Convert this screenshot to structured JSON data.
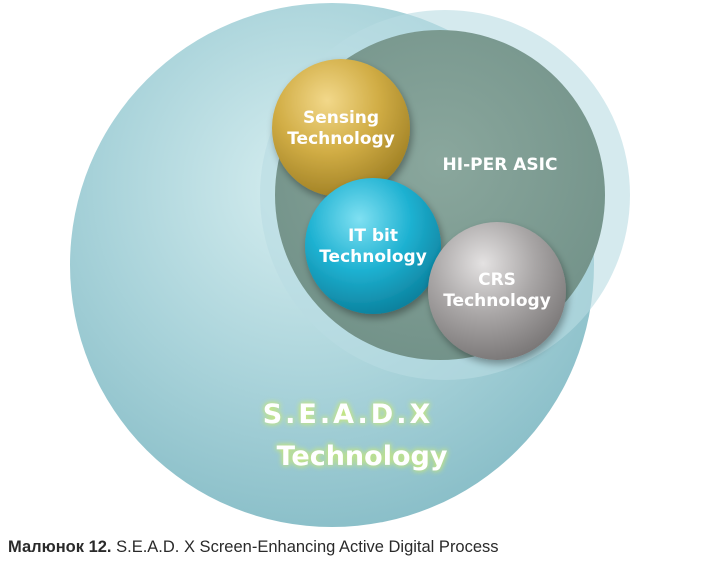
{
  "diagram": {
    "outer": {
      "line1": "S.E.A.D.X",
      "line2": "Technology",
      "glow_color": "#c8e87a"
    },
    "asic": {
      "label": "HI-PER ASIC"
    },
    "sensing": {
      "line1": "Sensing",
      "line2": "Technology",
      "color": "#c9a43a"
    },
    "itbit": {
      "line1": "IT bit",
      "line2": "Technology",
      "color": "#1aa9c9"
    },
    "crs": {
      "line1": "CRS",
      "line2": "Technology",
      "color": "#9a9797"
    }
  },
  "caption": {
    "lead": "Малюнок 12.",
    "text": " S.E.A.D. X Screen-Enhancing Active Digital Process"
  }
}
